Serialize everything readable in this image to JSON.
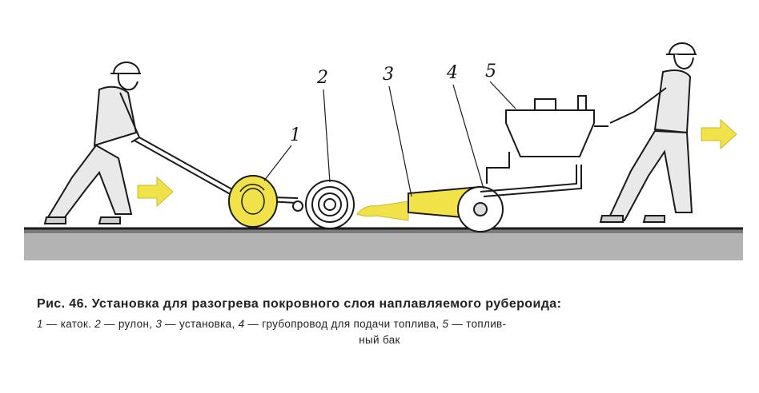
{
  "labels": {
    "n1": "1",
    "n2": "2",
    "n3": "3",
    "n4": "4",
    "n5": "5"
  },
  "caption": {
    "title": "Рис. 46. Установка для разогрева покровного слоя наплавляемого рубероида:",
    "n1": "1",
    "t1": " — каток. ",
    "n2": "2",
    "t2": " — рулон, ",
    "n3": "3",
    "t3": " — установка, ",
    "n4": "4",
    "t4": " — грубопровод для подачи топлива, ",
    "n5": "5",
    "t5": " — топлив-",
    "line3": "ный бак"
  },
  "colors": {
    "yellow": "#f2e24a",
    "ground": "#a9a9a9",
    "line": "#1a1a1a"
  }
}
